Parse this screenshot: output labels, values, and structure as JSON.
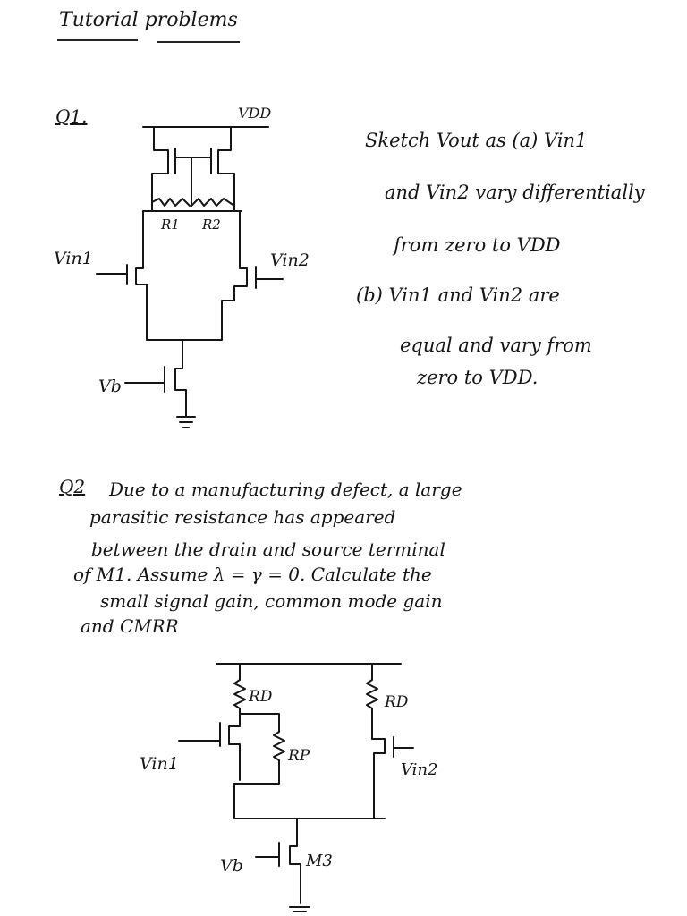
{
  "title": "Tutorial problems",
  "q1": {
    "label": "Q1.",
    "lines": [
      "Sketch Vout as (a) Vin1",
      "and Vin2 vary differentially",
      "from zero to VDD",
      "(b) Vin1 and Vin2 are",
      "equal and vary from",
      "zero to VDD."
    ],
    "circuit": {
      "vdd": "VDD",
      "r1": "R1",
      "r2": "R2",
      "vin1": "Vin1",
      "vin2": "Vin2",
      "vb": "Vb"
    }
  },
  "q2": {
    "label": "Q2",
    "lines": [
      "Due to a manufacturing defect, a large",
      "parasitic resistance has appeared",
      "between the drain and source terminal",
      "of M1. Assume λ = γ = 0. Calculate the",
      "small signal gain, common mode gain",
      "and CMRR"
    ],
    "circuit": {
      "rd_left": "RD",
      "rd_right": "RD",
      "rp": "RP",
      "vin1": "Vin1",
      "vin2": "Vin2",
      "vb": "Vb",
      "m3": "M3"
    }
  },
  "colors": {
    "ink": "#151515",
    "paper": "#ffffff"
  }
}
